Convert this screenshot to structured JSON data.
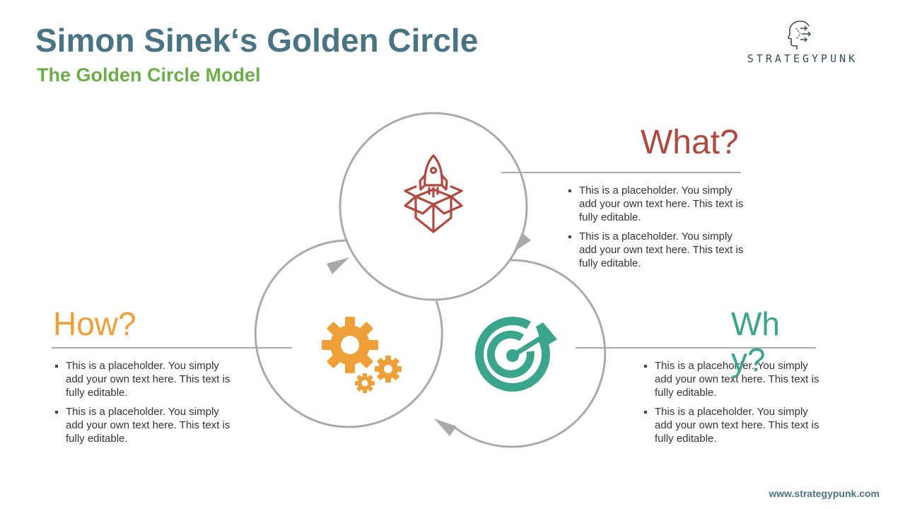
{
  "header": {
    "title": "Simon Sinek‘s Golden Circle",
    "subtitle": "The Golden Circle Model"
  },
  "logo": {
    "text": "STRATEGYPUNK",
    "icon": "head-arrows-icon"
  },
  "colors": {
    "title": "#4a7484",
    "subtitle": "#6aad4a",
    "what": "#b04a40",
    "how": "#ef9f38",
    "why": "#3aa58c",
    "circle_stroke": "#aaaaaa"
  },
  "sections": {
    "what": {
      "heading": "What?",
      "icon": "rocket-box-icon",
      "bullets": [
        "This is a placeholder. You simply add your own text here. This text is fully editable.",
        "This is a placeholder. You simply add your own text here. This text is fully editable."
      ]
    },
    "how": {
      "heading": "How?",
      "icon": "gears-icon",
      "bullets": [
        "This is a placeholder. You simply add your own text here. This text is fully editable.",
        "This is a placeholder. You simply add your own text here. This text is fully editable."
      ]
    },
    "why": {
      "heading": "Why?",
      "icon": "target-arrow-icon",
      "bullets": [
        "This is a placeholder. You simply add your own text here. This text is fully editable.",
        "This is a placeholder. You simply add your own text here. This text is fully editable."
      ]
    }
  },
  "footer": {
    "url": "www.strategypunk.com"
  }
}
